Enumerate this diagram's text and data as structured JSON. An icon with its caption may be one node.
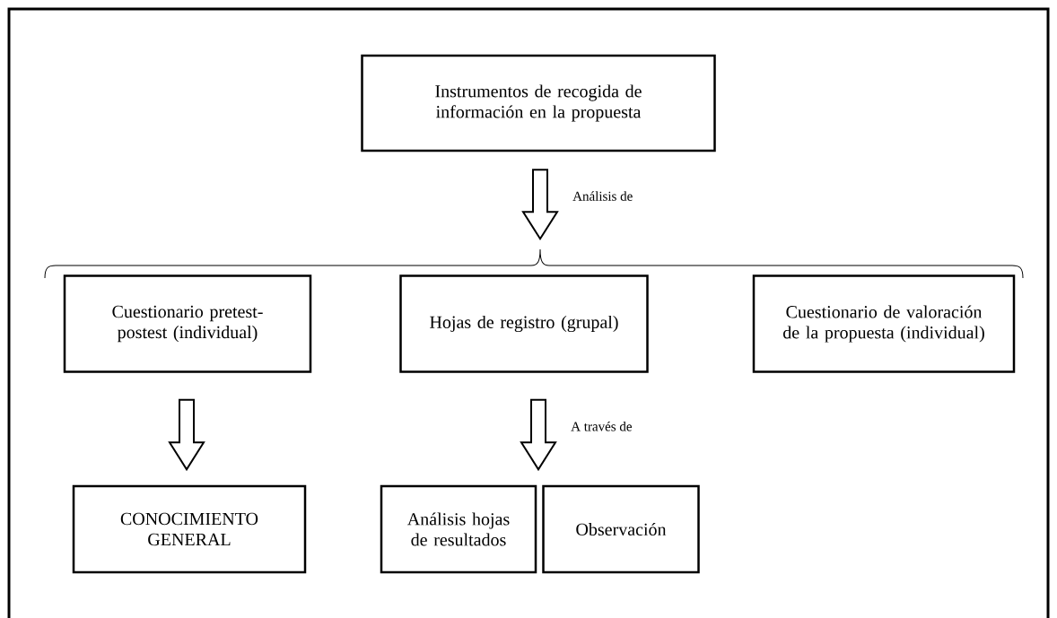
{
  "diagram": {
    "nodes": [
      {
        "text": [
          "Instrumentos de recogida de información en la propuesta"
        ]
      },
      {
        "text": [],
        "shape": "brace"
      },
      {
        "text": [
          "Cuestionario pretest-postest (individual)"
        ]
      },
      {
        "text": [
          "Hojas de registro (grupal)"
        ]
      },
      {
        "text": [
          "Cuestionario de valoración de la propuesta (individual)"
        ]
      },
      {
        "text": [
          "CONOCIMIENTO GENERAL"
        ]
      },
      {
        "text": [
          "Análisis hojas de resultados"
        ]
      },
      {
        "text": [
          "Observación"
        ]
      }
    ],
    "edges": [
      {
        "from": 0,
        "to": 1,
        "arrow": "to",
        "label": "Análisis de"
      },
      {
        "from": 2,
        "to": 5,
        "arrow": "to"
      },
      {
        "from": 3,
        "to": 6,
        "arrow": "to",
        "label": "A través de"
      },
      {
        "from": 3,
        "to": 7,
        "arrow": "to"
      }
    ]
  }
}
